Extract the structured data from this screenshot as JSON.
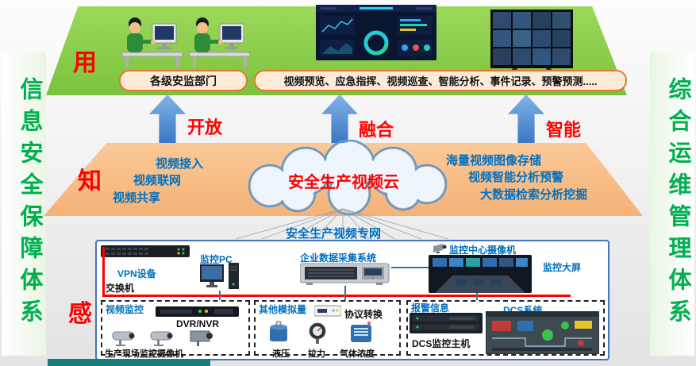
{
  "banners": {
    "left": "信息安全保障体系",
    "right": "综合运维管理体系"
  },
  "use_layer": {
    "label": "用",
    "department_box": "各级安监部门",
    "functions_box": "视频预览、应急指挥、视频巡查、智能分析、事件记录、预警预测....."
  },
  "arrows": [
    {
      "label": "开放"
    },
    {
      "label": "融合"
    },
    {
      "label": "智能"
    }
  ],
  "know_layer": {
    "label": "知",
    "cloud_title": "安全生产视频云",
    "left_items": [
      "视频接入",
      "视频联网",
      "视频共享"
    ],
    "right_items": [
      "海量视频图像存储",
      "视频智能分析预警",
      "大数据检索分析挖掘"
    ]
  },
  "sense_layer": {
    "label": "感",
    "network_label": "安全生产视频专网",
    "devices": {
      "vpn": "VPN设备",
      "switch": "交换机",
      "monitor_pc": "监控PC",
      "data_collection": "企业数据采集系统",
      "center_camera": "监控中心摄像机",
      "big_screen": "监控大屏"
    },
    "video_group": {
      "title": "视频监控",
      "dvr": "DVR/NVR",
      "cameras": "生产现场监控摄像机"
    },
    "analog_group": {
      "title": "其他模拟量",
      "converter": "协议转换",
      "sensors": [
        "液压",
        "拉力",
        "气体浓度"
      ]
    },
    "alarm_group": {
      "title": "报警信息",
      "dcs_system": "DCS系统",
      "dcs_host": "DCS监控主机"
    }
  },
  "colors": {
    "platform_green": "#92D050",
    "platform_salmon": "#FAC090",
    "arrow_blue": "#4472C4",
    "accent_red": "#FF0000",
    "text_blue": "#0070C0",
    "box_orange_border": "#ED7D31",
    "banner_green": "#00B050"
  }
}
